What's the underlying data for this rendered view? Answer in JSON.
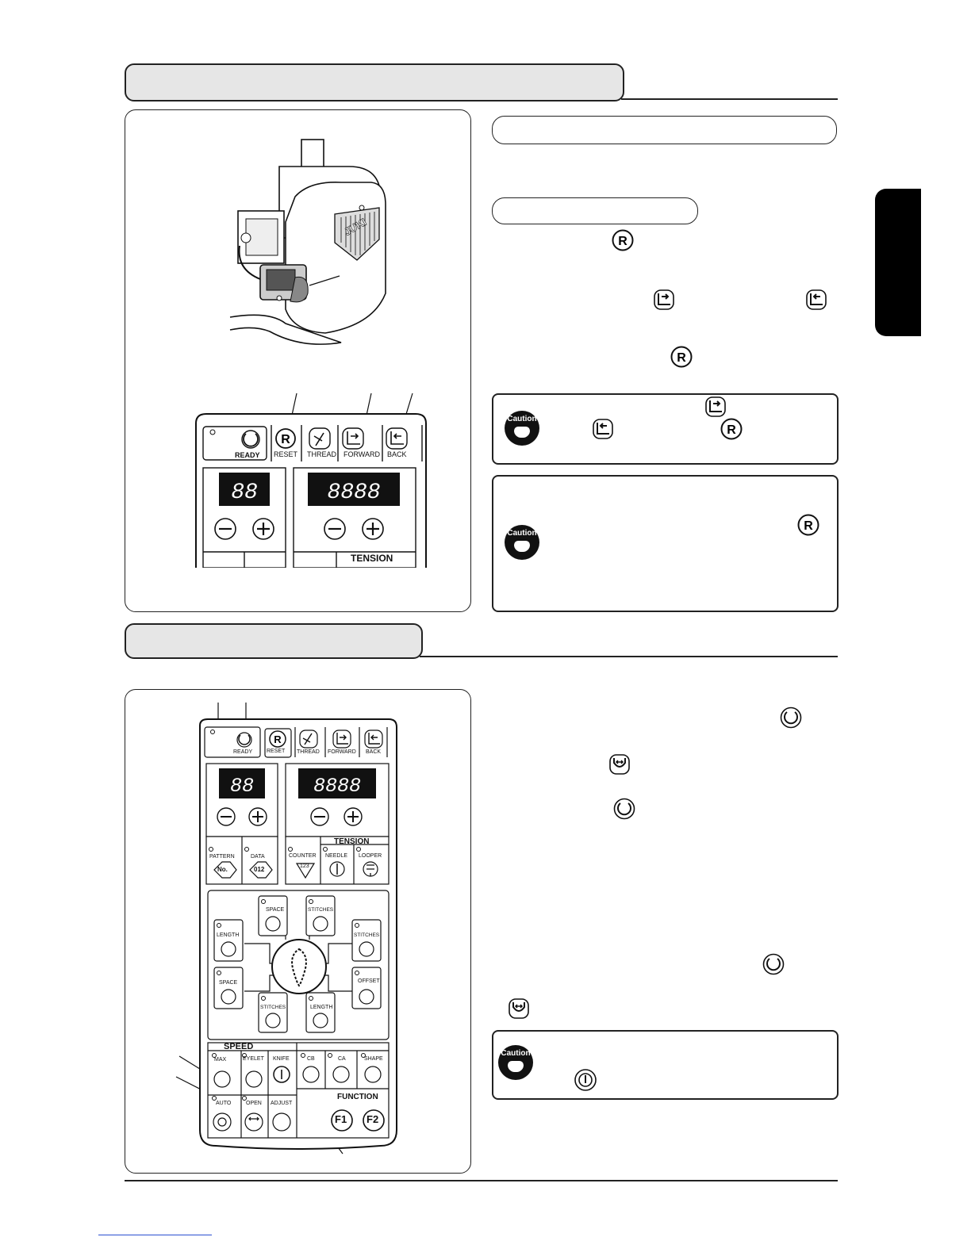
{
  "panel_top": {
    "buttons": [
      {
        "label": "READY"
      },
      {
        "label": "RESET"
      },
      {
        "label": "THREAD"
      },
      {
        "label": "FORWARD"
      },
      {
        "label": "BACK"
      }
    ],
    "tension_label": "TENSION",
    "logo_text": "JUKI"
  },
  "panel_bottom": {
    "top_buttons": [
      "READY",
      "RESET",
      "THREAD",
      "FORWARD",
      "BACK"
    ],
    "tension_label": "TENSION",
    "row2": [
      "PATTERN",
      "DATA",
      "COUNTER",
      "NEEDLE",
      "LOOPER"
    ],
    "pattern_key": "No.",
    "data_key": "012",
    "counter_key": "123",
    "shape_keys": {
      "space_top": "SPACE",
      "stitches_top": "STITCHES",
      "length_left": "LENGTH",
      "stitches_right": "STITCHES",
      "space_left": "SPACE",
      "offset_right": "OFFSET",
      "stitches_bottom": "STITCHES",
      "length_bottom": "LENGTH"
    },
    "speed_label": "SPEED",
    "bottom_keys": [
      "MAX",
      "EYELET",
      "KNIFE",
      "CB",
      "CA",
      "SHAPE",
      "AUTO",
      "OPEN",
      "ADJUST"
    ],
    "function_label": "FUNCTION",
    "f1": "F1",
    "f2": "F2"
  }
}
